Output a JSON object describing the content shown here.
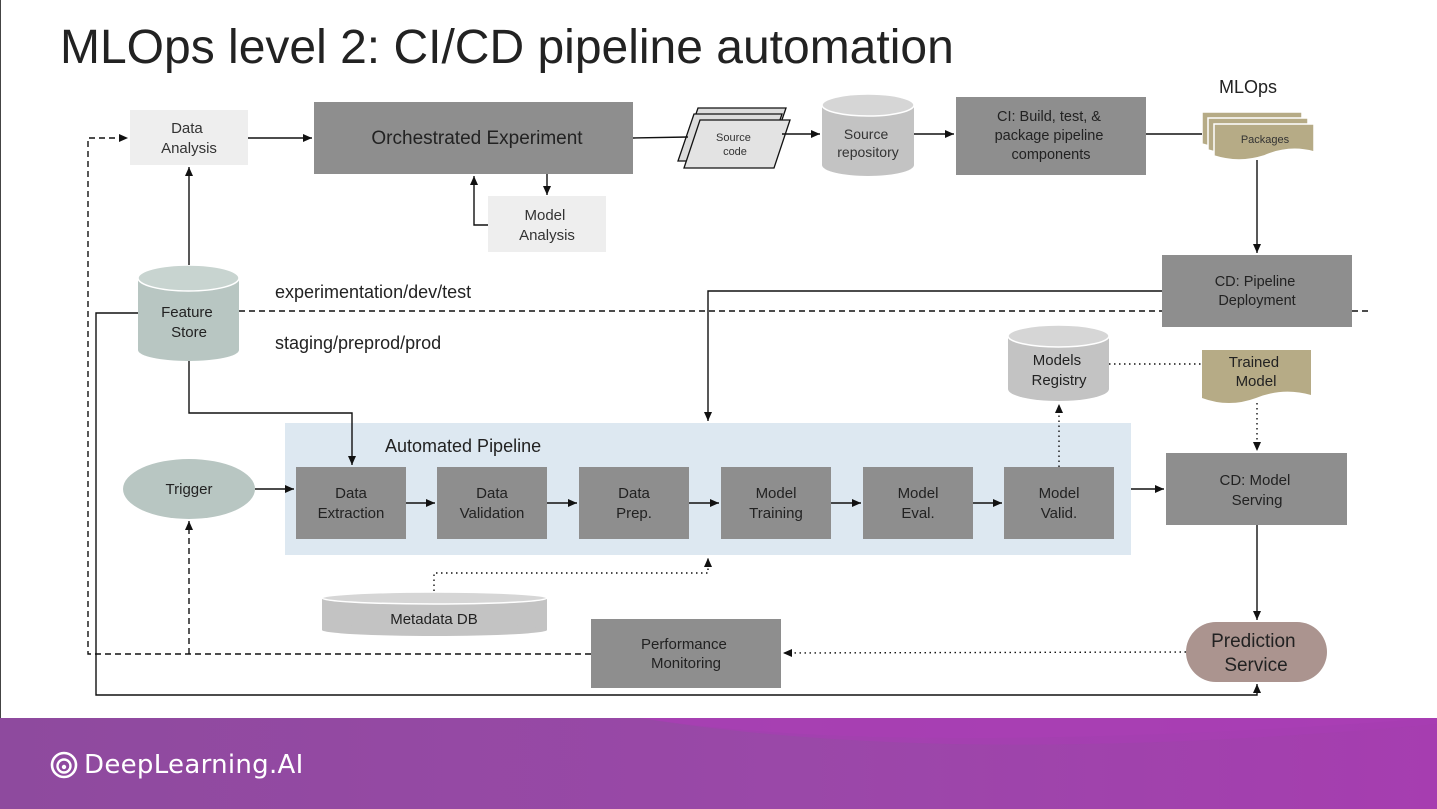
{
  "slide": {
    "title": "MLOps level 2: CI/CD pipeline automation"
  },
  "diagram": {
    "data_analysis": [
      "Data",
      "Analysis"
    ],
    "orchestrated_experiment": "Orchestrated Experiment",
    "model_analysis": [
      "Model",
      "Analysis"
    ],
    "source_code": [
      "Source",
      "code"
    ],
    "source_repository": [
      "Source",
      "repository"
    ],
    "ci_build": [
      "CI: Build, test, &",
      "package pipeline",
      "components"
    ],
    "mlops_label": "MLOps",
    "packages": "Packages",
    "cd_pipeline_deployment": [
      "CD: Pipeline",
      "Deployment"
    ],
    "feature_store": [
      "Feature",
      "Store"
    ],
    "env_top_label": "experimentation/dev/test",
    "env_bottom_label": "staging/preprod/prod",
    "models_registry": [
      "Models",
      "Registry"
    ],
    "trained_model": [
      "Trained",
      "Model"
    ],
    "automated_pipeline": "Automated Pipeline",
    "trigger": "Trigger",
    "steps": [
      [
        "Data",
        "Extraction"
      ],
      [
        "Data",
        "Validation"
      ],
      [
        "Data",
        "Prep."
      ],
      [
        "Model",
        "Training"
      ],
      [
        "Model",
        "Eval."
      ],
      [
        "Model",
        "Valid."
      ]
    ],
    "cd_model_serving": [
      "CD: Model",
      "Serving"
    ],
    "metadata_db": "Metadata DB",
    "performance_monitoring": [
      "Performance",
      "Monitoring"
    ],
    "prediction_service": [
      "Prediction",
      "Service"
    ]
  },
  "footer": {
    "brand": "DeepLearning.AI"
  },
  "colors": {
    "box_dark": "#8e8e8e",
    "box_light": "#eeeeee",
    "teal_gray": "#b8c6c2",
    "cylinder_gray": "#c3c3c3",
    "packages_khaki": "#b6ab86",
    "pipeline_bg": "#dde8f1",
    "prediction_mauve": "#ab948f",
    "footer_purple": "#9d4aa8"
  }
}
